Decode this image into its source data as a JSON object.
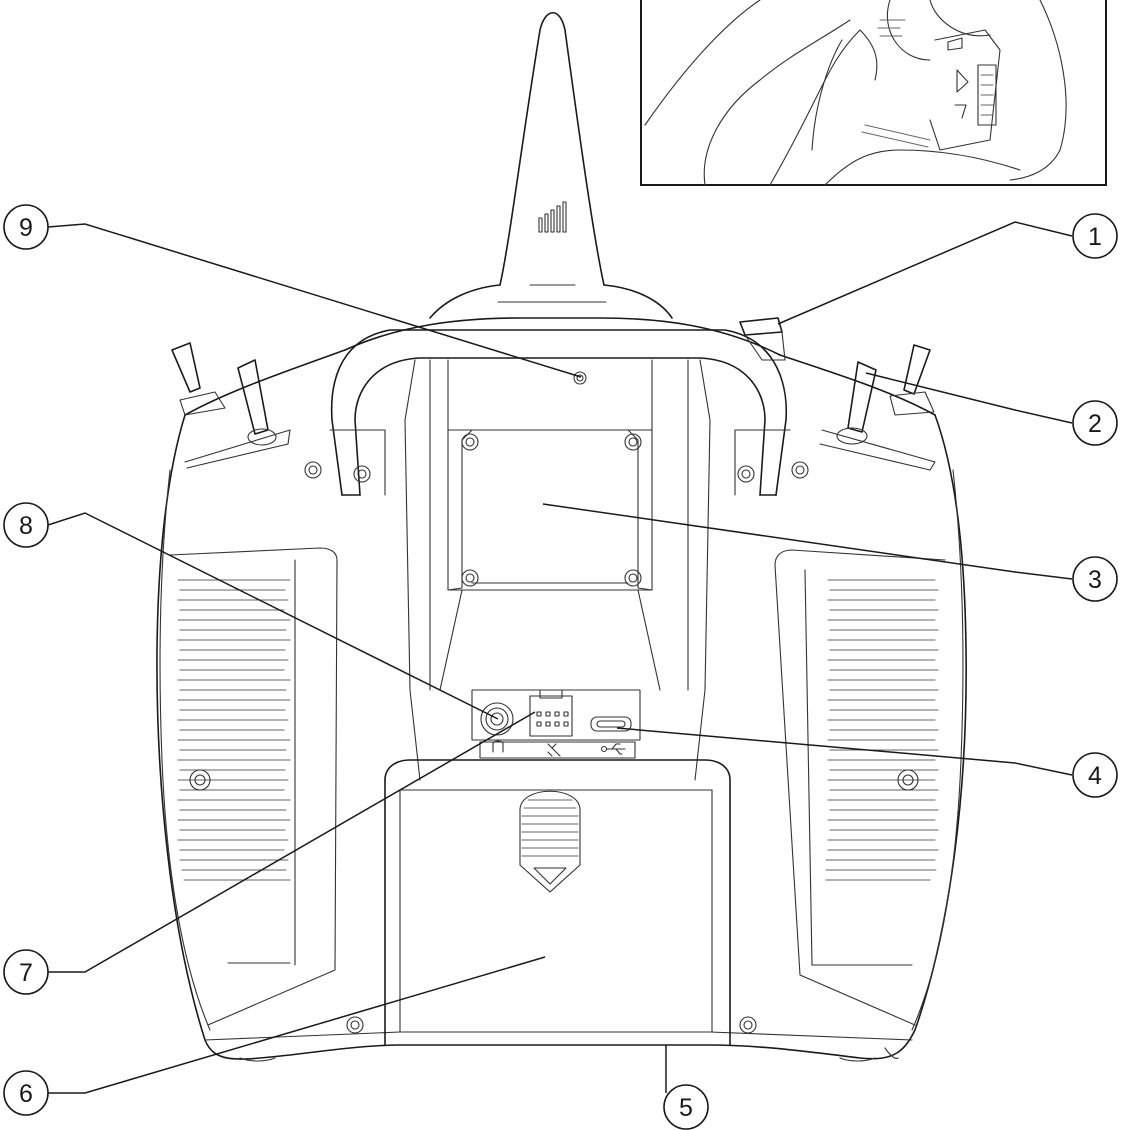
{
  "callouts": [
    {
      "label": "1"
    },
    {
      "label": "2"
    },
    {
      "label": "3"
    },
    {
      "label": "4"
    },
    {
      "label": "5"
    },
    {
      "label": "6"
    },
    {
      "label": "7"
    },
    {
      "label": "8"
    },
    {
      "label": "9"
    }
  ],
  "icons": [
    "headphone-icon",
    "trainer-port-icon",
    "usb-icon",
    "antenna-signal-icon"
  ]
}
